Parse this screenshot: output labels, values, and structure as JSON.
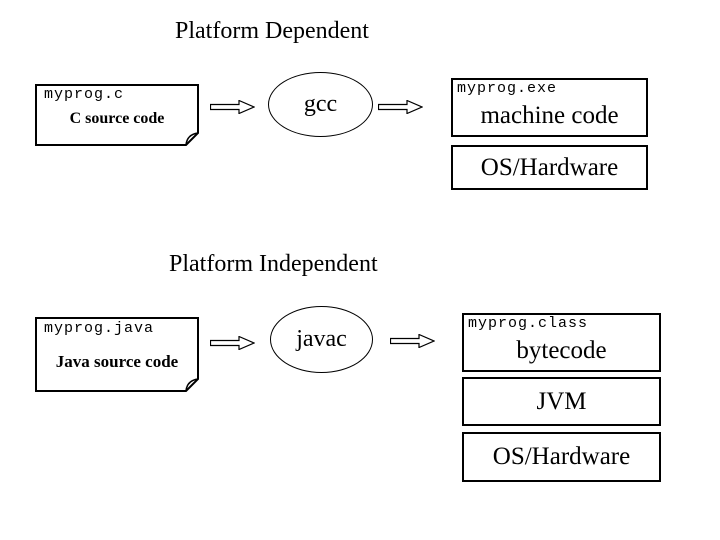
{
  "colors": {
    "ink": "#000000",
    "background": "#ffffff"
  },
  "icons": {
    "flow_arrow": "right-block-arrow",
    "source_shape": "document-folded-corner"
  },
  "sections": [
    {
      "title": "Platform Dependent",
      "source_box": {
        "filename": "myprog.c",
        "label": "C source code"
      },
      "compiler": "gcc",
      "output_stack": [
        {
          "filename": "myprog.exe",
          "label": "machine code"
        },
        {
          "label": "OS/Hardware"
        }
      ]
    },
    {
      "title": "Platform Independent",
      "source_box": {
        "filename": "myprog.java",
        "label": "Java source code"
      },
      "compiler": "javac",
      "output_stack": [
        {
          "filename": "myprog.class",
          "label": "bytecode"
        },
        {
          "label": "JVM"
        },
        {
          "label": "OS/Hardware"
        }
      ]
    }
  ]
}
